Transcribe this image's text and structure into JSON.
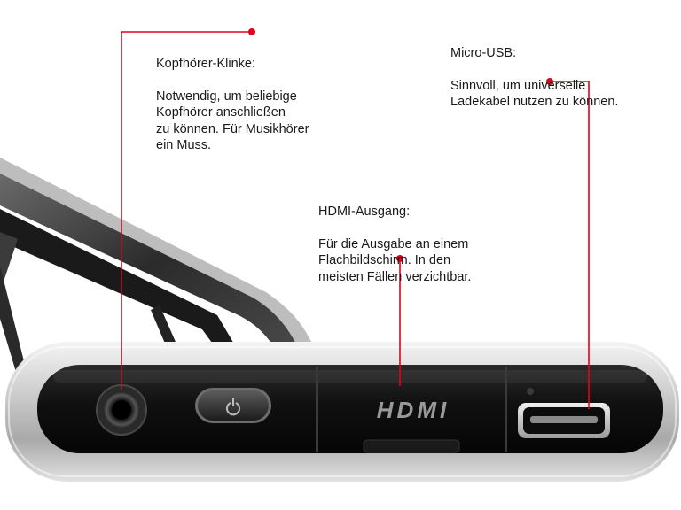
{
  "callouts": {
    "headphone": {
      "title": "Kopfhörer-Klinke:",
      "body": "Notwendig, um beliebige\nKopfhörer anschließen\nzu können. Für Musikhörer\nein Muss."
    },
    "hdmi": {
      "title": "HDMI-Ausgang:",
      "body": "Für die Ausgabe an einem\nFlachbildschirm. In den\nmeisten Fällen verzichtbar."
    },
    "usb": {
      "title": "Micro-USB:",
      "body": "Sinnvoll, um universelle\nLadekabel nutzen zu können."
    }
  },
  "device": {
    "port_label": "HDMI"
  },
  "colors": {
    "leader": "#e3001b",
    "body_black": "#0d0d0d",
    "frame_silver": "#c8c8c8"
  }
}
